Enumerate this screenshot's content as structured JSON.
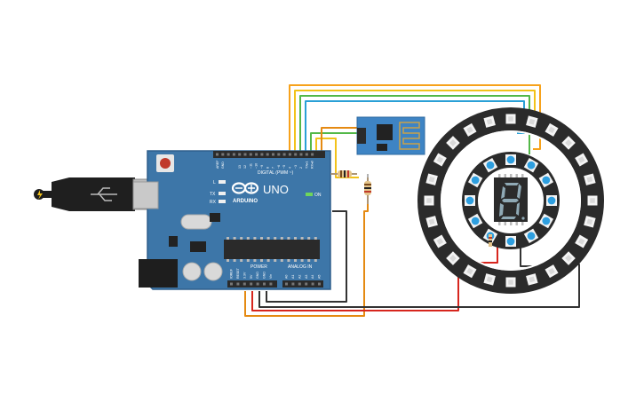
{
  "colors": {
    "board": "#3d76a8",
    "board_edge": "#2e5f8c",
    "header": "#2b2b2b",
    "chip": "#2a2a2a",
    "wire_orange": "#f7a21b",
    "wire_yellow": "#f2c21a",
    "wire_green": "#53b848",
    "wire_blue": "#2aa0d6",
    "wire_red": "#d7261e",
    "wire_black": "#333333",
    "wire_dark_orange": "#e58a12",
    "led_blue": "#2e9fe0",
    "ring": "#2b2b2b",
    "seven_seg": "#8fa9b5"
  },
  "arduino": {
    "brand": "ARDUINO",
    "model": "UNO",
    "digital_label": "DIGITAL (PWM ~)",
    "power_label": "POWER",
    "analog_label": "ANALOG IN",
    "on_label": "ON",
    "l_label": "L",
    "tx_label": "TX",
    "rx_label": "RX",
    "aref_label": "AREF",
    "gnd_label": "GND",
    "digital_pins": [
      "13",
      "12",
      "~11",
      "~10",
      "~9",
      "8",
      "7",
      "~6",
      "~5",
      "4",
      "~3",
      "2",
      "TX▸1",
      "RX◂0"
    ],
    "power_pins": [
      "IOREF",
      "RESET",
      "3.3V",
      "5V",
      "GND",
      "GND",
      "Vin"
    ],
    "analog_pins": [
      "A0",
      "A1",
      "A2",
      "A3",
      "A4",
      "A5"
    ]
  },
  "components": {
    "esp_module": "esp8266-wifi-module",
    "outer_ring_pixels": 24,
    "inner_ring_pixels": 12,
    "display": "seven-segment-display"
  }
}
